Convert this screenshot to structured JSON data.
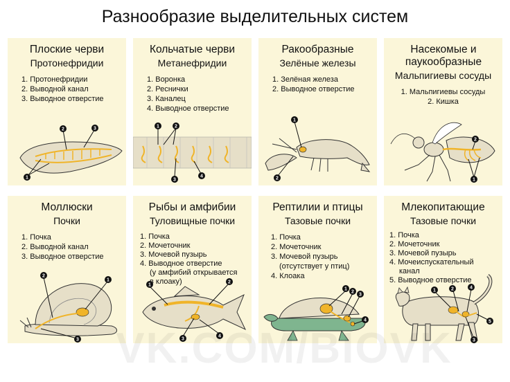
{
  "title": "Разнообразие выделительных систем",
  "watermark": "VK.COM/BIOVK",
  "cards": [
    {
      "title": "Плоские черви",
      "subtitle": "Протонефридии",
      "items": [
        "1. Протонефридии",
        "2. Выводной канал",
        "3. Выводное отверстие"
      ]
    },
    {
      "title": "Кольчатые черви",
      "subtitle": "Метанефридии",
      "items": [
        "1. Воронка",
        "2. Реснички",
        "3. Каналец",
        "4. Выводное отверстие"
      ]
    },
    {
      "title": "Ракообразные",
      "subtitle": "Зелёные железы",
      "items": [
        "1. Зелёная железа",
        "2. Выводное отверстие"
      ]
    },
    {
      "title": "Насекомые и паукообразные",
      "subtitle": "Мальпигиевы сосуды",
      "items": [
        "1. Мальпигиевы сосуды",
        "2. Кишка"
      ]
    },
    {
      "title": "Моллюски",
      "subtitle": "Почки",
      "items": [
        "1. Почка",
        "2. Выводной канал",
        "3. Выводное отверстие"
      ]
    },
    {
      "title": "Рыбы и амфибии",
      "subtitle": "Туловищные почки",
      "items": [
        "1. Почка",
        "2. Мочеточник",
        "3. Мочевой пузырь",
        "4. Выводное отверстие",
        "(у амфибий открывается",
        "в клоаку)"
      ]
    },
    {
      "title": "Рептилии и птицы",
      "subtitle": "Тазовые почки",
      "items": [
        "1. Почка",
        "2. Мочеточник",
        "3. Мочевой пузырь",
        "(отсутствует у птиц)",
        "4. Клоака"
      ]
    },
    {
      "title": "Млекопитающие",
      "subtitle": "Тазовые почки",
      "items": [
        "1. Почка",
        "2. Мочеточник",
        "3. Мочевой пузырь",
        "4. Мочеиспускательный",
        "канал",
        "5. Выводное отверстие"
      ]
    }
  ],
  "markers": [
    "1",
    "2",
    "3",
    "4",
    "5"
  ],
  "colors": {
    "card_bg": "#fbf6d9",
    "organ": "#f0b429",
    "body": "#e6dfc8",
    "outline": "#333333"
  }
}
